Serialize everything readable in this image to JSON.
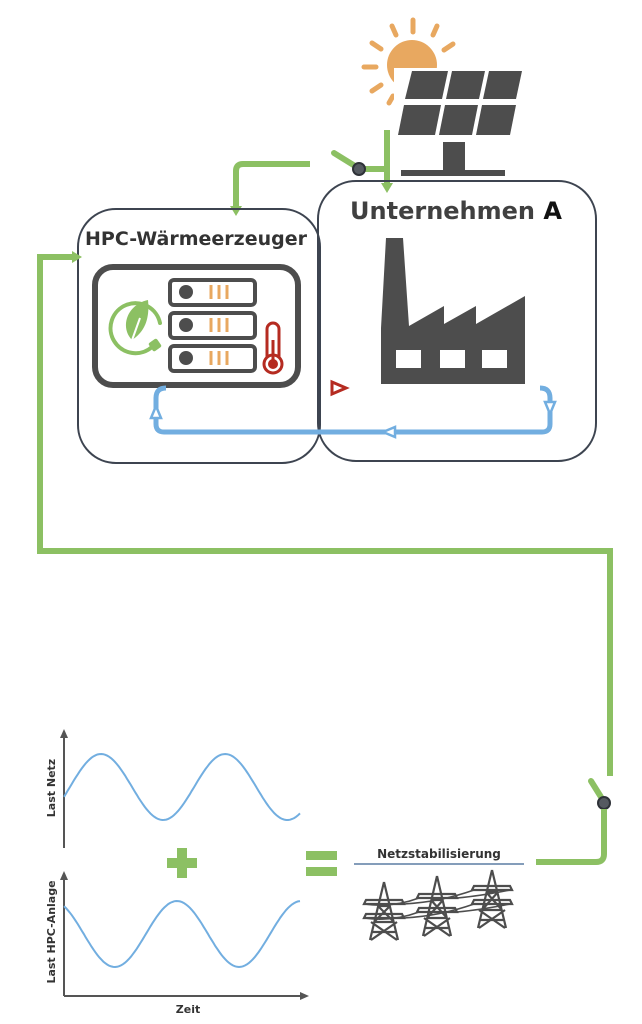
{
  "boxes": {
    "hpc": {
      "title": "HPC-Wärmeerzeuger"
    },
    "company": {
      "title_prefix": "Unternehmen ",
      "title_suffix": "A"
    }
  },
  "charts": {
    "top_ylabel": "Last Netz",
    "bottom_ylabel": "Last HPC-Anlage",
    "xlabel": "Zeit"
  },
  "operators": {
    "plus": "+",
    "equals": "="
  },
  "result": {
    "label": "Netzstabilisierung"
  },
  "colors": {
    "green": "#8cc063",
    "dark": "#4d4d4d",
    "red": "#b52b21",
    "blue": "#72aee0",
    "sun": "#e8a860",
    "outline": "#3d4450"
  },
  "chart_data": [
    {
      "type": "line",
      "title": "",
      "xlabel": "",
      "ylabel": "Last Netz",
      "series": [
        {
          "name": "Last Netz",
          "shape": "sine",
          "phase": "starts-mid-rising",
          "cycles": 1.9
        }
      ]
    },
    {
      "type": "line",
      "title": "",
      "xlabel": "Zeit",
      "ylabel": "Last HPC-Anlage",
      "series": [
        {
          "name": "Last HPC-Anlage",
          "shape": "sine",
          "phase": "inverse-of-Last-Netz",
          "cycles": 1.9
        }
      ]
    }
  ]
}
